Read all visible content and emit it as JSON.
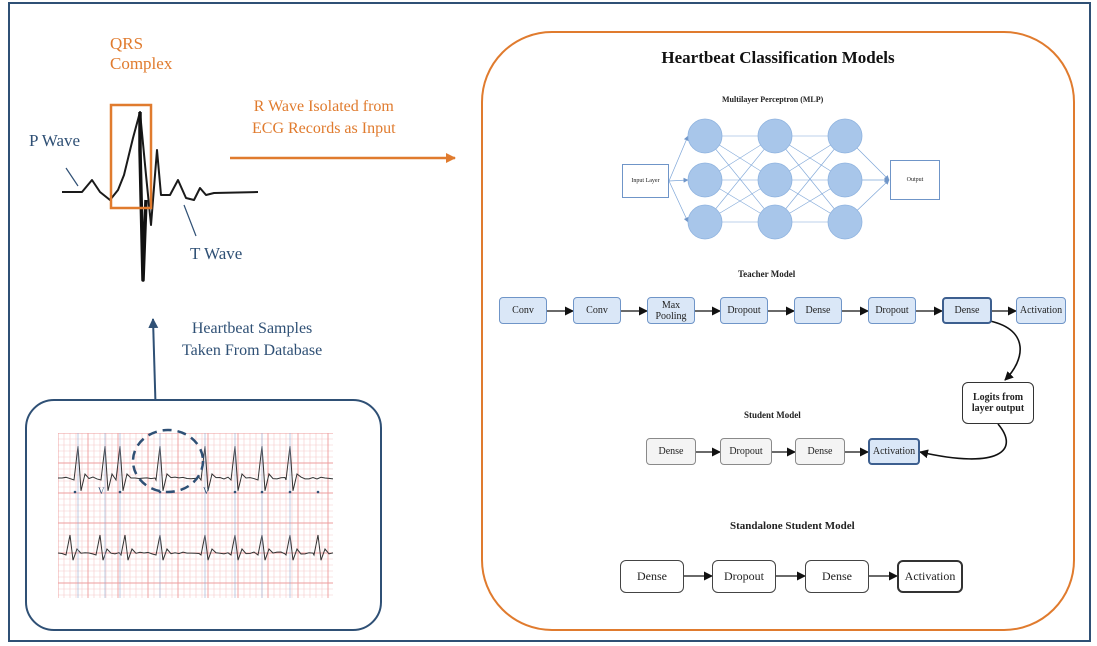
{
  "ecg": {
    "qrs_label_line1": "QRS",
    "qrs_label_line2": "Complex",
    "p_wave": "P Wave",
    "t_wave": "T Wave",
    "r_wave_line1": "R Wave Isolated from",
    "r_wave_line2": "ECG Records as Input",
    "samples_line1": "Heartbeat Samples",
    "samples_line2": "Taken From Database",
    "strip_beat_marks": [
      "V",
      "V"
    ]
  },
  "models": {
    "title": "Heartbeat Classification Models",
    "mlp": {
      "title": "Multilayer Perceptron (MLP)",
      "input_label": "Input Layer",
      "output_label": "Output"
    },
    "teacher": {
      "title": "Teacher Model",
      "layers": [
        "Conv",
        "Conv",
        "Max Pooling",
        "Dropout",
        "Dense",
        "Dropout",
        "Dense",
        "Activation"
      ]
    },
    "logits_box": "Logits from layer output",
    "student": {
      "title": "Student Model",
      "layers": [
        "Dense",
        "Dropout",
        "Dense",
        "Activation"
      ]
    },
    "standalone": {
      "title": "Standalone Student Model",
      "layers": [
        "Dense",
        "Dropout",
        "Dense",
        "Activation"
      ]
    }
  },
  "colors": {
    "accent_orange": "#e07b2e",
    "navy": "#2f5075",
    "node_blue": "#a8c6ea",
    "grid_red": "#f3b3b3"
  }
}
